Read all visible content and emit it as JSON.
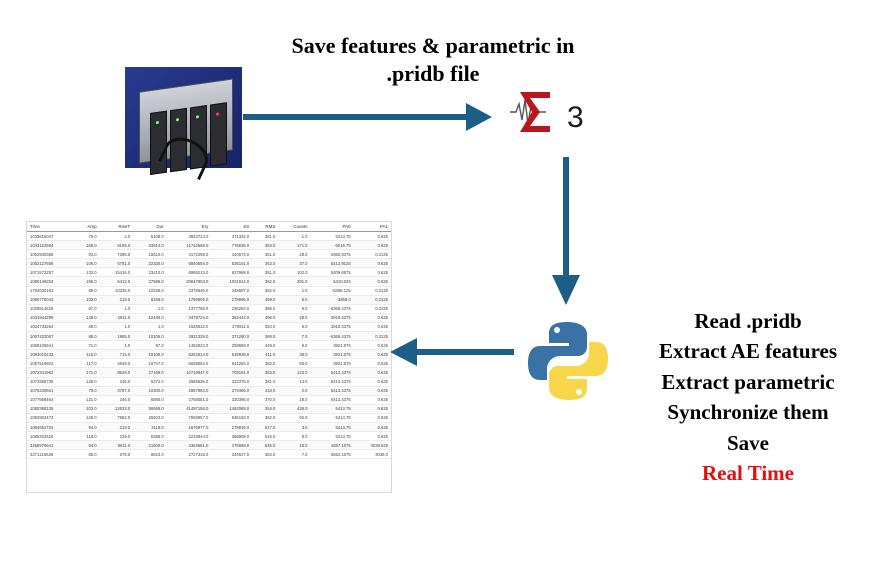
{
  "title": "Save features & parametric in .pridb file",
  "steps": [
    "Read .pridb",
    "Extract AE features",
    "Extract parametric",
    "Synchronize them",
    "Save"
  ],
  "highlight": "Real Time",
  "colors": {
    "arrow": "#1c5e86",
    "highlight": "#e01010",
    "python_blue": "#3a72a6",
    "python_yellow": "#f7d64a"
  },
  "sigma_logo_label": "3",
  "table": {
    "columns": [
      "Time",
      "Amp",
      "RiseT",
      "Dur",
      "Ery",
      "SS",
      "RMS",
      "Counts",
      "PA0",
      "PA1"
    ],
    "rows": [
      [
        "1033616047",
        "76.0",
        "2.0",
        "5108.0",
        "3843723.0",
        "471342.0",
        "351.0",
        "1.0",
        "5413.75",
        "0.625"
      ],
      [
        "1043122664",
        "168.0",
        "8165.0",
        "33614.0",
        "11742668.0",
        "776636.0",
        "353.0",
        "171.0",
        "-5016.75",
        "0.625"
      ],
      [
        "1052940385",
        "93.0",
        "7396.0",
        "15610.0",
        "4172259.0",
        "440674.0",
        "351.0",
        "28.0",
        "-2955.9375",
        "0.3125"
      ],
      [
        "1062127586",
        "106.0",
        "5781.0",
        "22330.0",
        "6840554.0",
        "536151.0",
        "353.0",
        "37.0",
        "5413.9125",
        "0.625"
      ],
      [
        "1071572257",
        "132.0",
        "15416.0",
        "23410.0",
        "6965213.0",
        "637968.0",
        "351.0",
        "102.0",
        "5409.6875",
        "0.625"
      ],
      [
        "1080146252",
        "195.0",
        "6412.0",
        "37696.0",
        "20647903.0",
        "1021914.0",
        "362.0",
        "291.0",
        "5410.625",
        "0.625"
      ],
      [
        "1794030161",
        "69.0",
        "10335.0",
        "10336.0",
        "2376646.0",
        "348697.0",
        "362.0",
        "1.0",
        "-5368.125",
        "0.3125"
      ],
      [
        "1086776043",
        "103.0",
        "219.0",
        "6346.0",
        "1766806.0",
        "278896.0",
        "459.0",
        "6.0",
        "-3658.0",
        "0.3125"
      ],
      [
        "1026514626",
        "67.0",
        "1.0",
        "1.0",
        "1377766.0",
        "236283.0",
        "386.0",
        "6.0",
        "-5368.4375",
        "0.3125"
      ],
      [
        "1031944299",
        "149.0",
        "2911.0",
        "12448.0",
        "3479724.0",
        "382443.0",
        "496.0",
        "28.0",
        "3918.4375",
        "0.625"
      ],
      [
        "1034733264",
        "69.0",
        "1.0",
        "1.0",
        "1526632.0",
        "275911.0",
        "354.0",
        "6.0",
        "3918.4375",
        "0.625"
      ],
      [
        "1057423067",
        "88.0",
        "1985.0",
        "10106.0",
        "2921329.0",
        "371260.0",
        "369.0",
        "7.0",
        "-5368.4375",
        "0.3125"
      ],
      [
        "1068106641",
        "71.0",
        "1.0",
        "97.0",
        "1462923.0",
        "259969.0",
        "449.0",
        "6.0",
        "3921.875",
        "0.625"
      ],
      [
        "1081016433",
        "116.0",
        "715.0",
        "19108.0",
        "5262614.0",
        "539936.0",
        "411.0",
        "39.0",
        "3921.875",
        "0.625"
      ],
      [
        "1067516802",
        "117.0",
        "4649.0",
        "16747.0",
        "5839554.0",
        "541284.0",
        "362.0",
        "55.0",
        "3921.875",
        "0.625"
      ],
      [
        "1072341962",
        "171.0",
        "8626.0",
        "27169.0",
        "10719847.0",
        "709181.0",
        "353.0",
        "123.0",
        "5413.4375",
        "0.625"
      ],
      [
        "1073565739",
        "128.0",
        "246.0",
        "5372.0",
        "2665636.0",
        "323376.0",
        "381.0",
        "13.0",
        "5413.4375",
        "0.625"
      ],
      [
        "1076230661",
        "79.0",
        "3787.0",
        "10300.0",
        "2867963.0",
        "373466.0",
        "418.0",
        "2.0",
        "5413.4375",
        "0.625"
      ],
      [
        "1077669464",
        "131.0",
        "246.0",
        "6880.0",
        "2768051.0",
        "330366.0",
        "370.0",
        "18.0",
        "5413.4375",
        "0.625"
      ],
      [
        "1080368135",
        "203.0",
        "12633.0",
        "56668.0",
        "41497158.0",
        "1462069.0",
        "354.0",
        "436.0",
        "5413.75",
        "0.625"
      ],
      [
        "1082863473",
        "128.0",
        "7962.0",
        "28403.0",
        "7559957.0",
        "636163.0",
        "362.0",
        "92.0",
        "5413.75",
        "0.625"
      ],
      [
        "1084652704",
        "94.0",
        "219.0",
        "3119.0",
        "1676977.0",
        "278816.0",
        "617.0",
        "3.0",
        "5413.75",
        "0.625"
      ],
      [
        "1085202620",
        "118.0",
        "229.0",
        "6356.0",
        "2218944.0",
        "366809.0",
        "515.0",
        "8.0",
        "5413.75",
        "0.625"
      ],
      [
        "3258976641",
        "94.0",
        "8611.0",
        "21600.0",
        "4363681.0",
        "475968.0",
        "545.0",
        "16.0",
        "4687.1875",
        "3038.625"
      ],
      [
        "3371215536",
        "85.0",
        "676.0",
        "6623.0",
        "2727316.0",
        "344627.0",
        "353.0",
        "7.0",
        "-3652.1875",
        "3038.0"
      ]
    ]
  }
}
